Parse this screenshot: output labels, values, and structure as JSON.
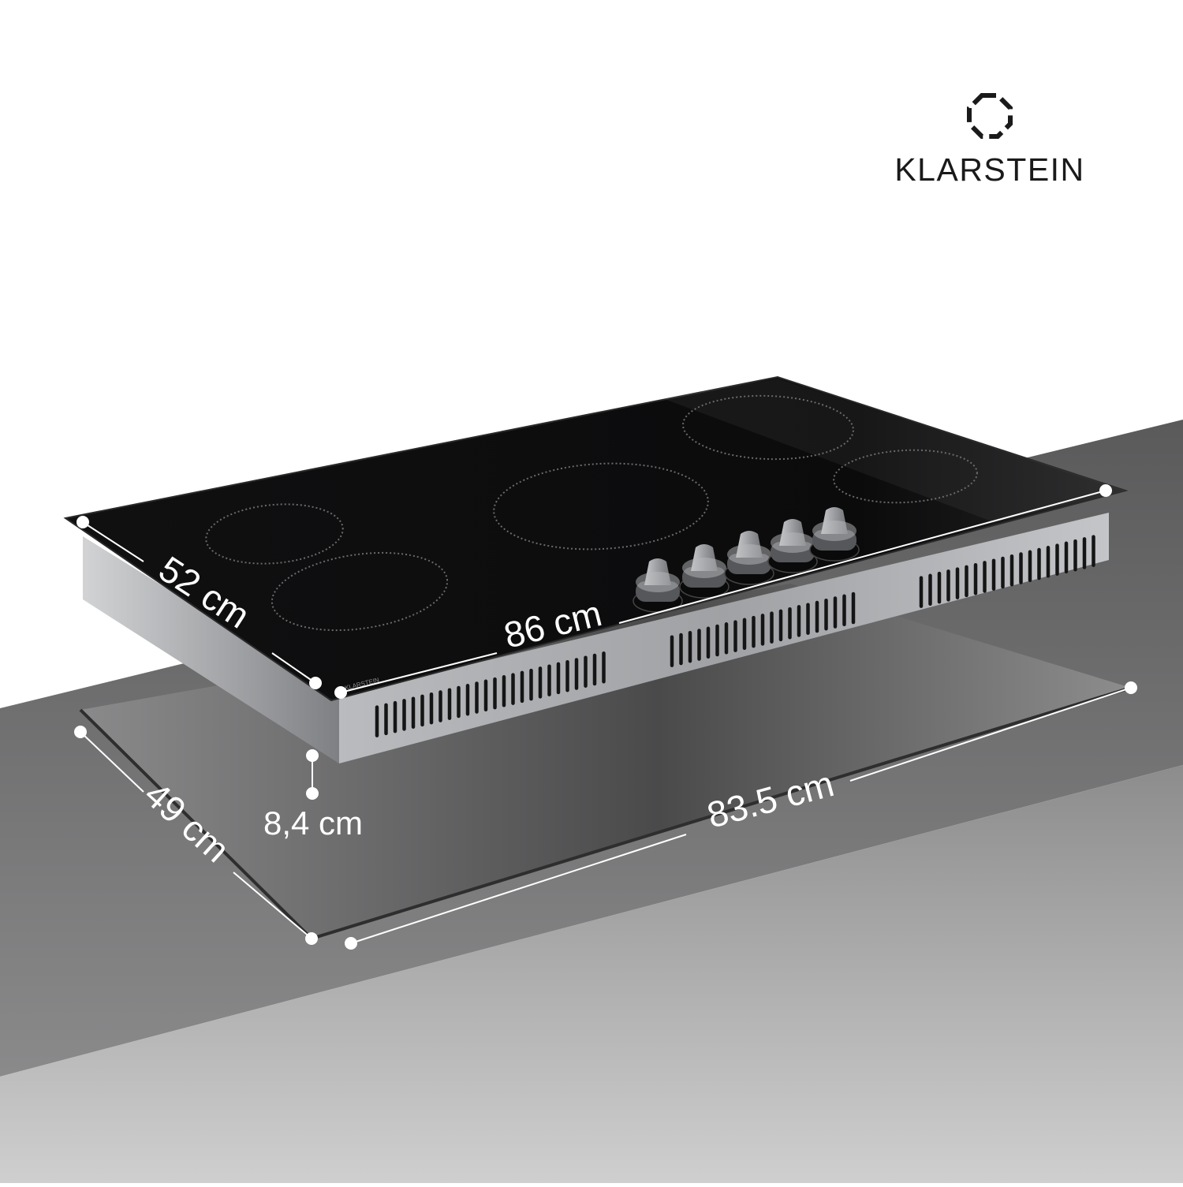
{
  "brand": {
    "name": "KLARSTEIN",
    "hob_print": "KLARSTEIN"
  },
  "dimensions": {
    "glass_depth": "52 cm",
    "glass_width": "86 cm",
    "cutout_depth": "49 cm",
    "cutout_width": "83.5 cm",
    "height": "8,4 cm"
  },
  "product": {
    "cooking_zones": 5,
    "control_knobs": 5
  },
  "colors": {
    "glass": "#0e0e0f",
    "countertop": "#6e6e6e",
    "casing": "#9a9c9f",
    "dimension_marks": "#ffffff"
  }
}
